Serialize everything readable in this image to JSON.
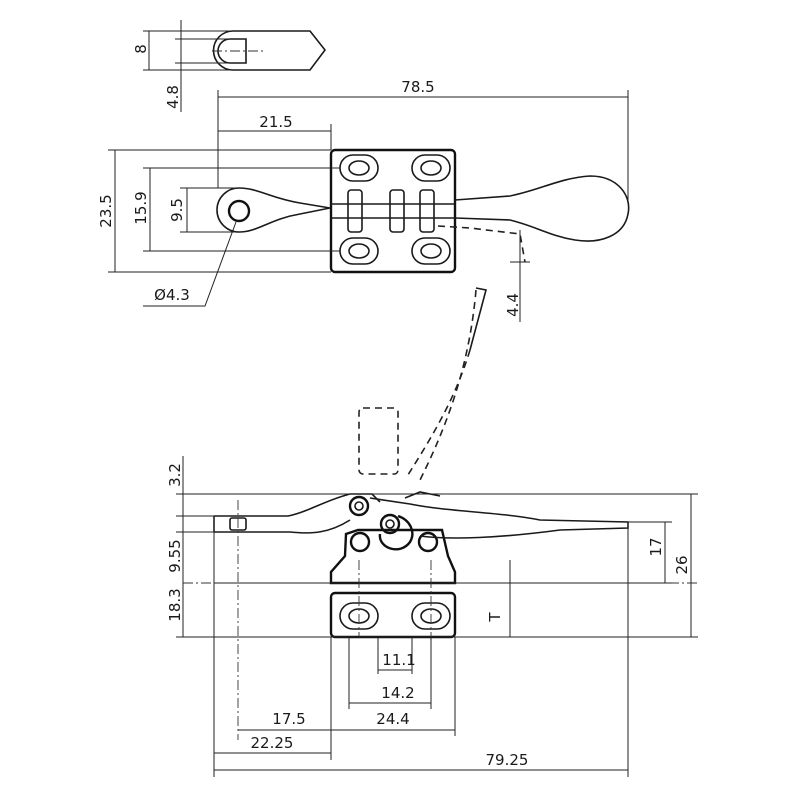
{
  "dimensions": {
    "slot_width": "8",
    "slot_radius": "4.8",
    "overall_length_top": "78.5",
    "pivot_offset_top": "21.5",
    "base_height": "23.5",
    "bolt_spacing": "15.9",
    "arm_width": "9.5",
    "hole_diameter": "Ø4.3",
    "handle_offset": "4.4",
    "arm_thickness": "3.2",
    "clamp_height": "9.55",
    "base_to_axis": "18.3",
    "stroke_17": "17",
    "overall_height": "26",
    "label_t": "T",
    "hole_spacing_inner": "11.1",
    "hole_spacing_outer": "14.2",
    "pivot_offset_side": "17.5",
    "base_length": "24.4",
    "arm_reach_side": "22.25",
    "overall_length_side": "79.25"
  }
}
